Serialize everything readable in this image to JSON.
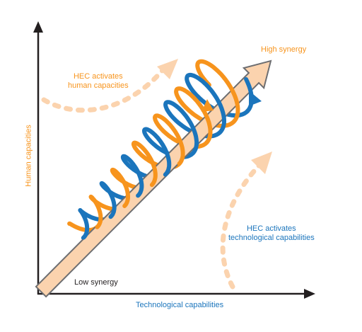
{
  "labels": {
    "y_axis": "Human capacities",
    "x_axis": "Technological capabilities",
    "high_synergy": "High synergy",
    "low_synergy": "Low synergy",
    "hec_human_1": "HEC activates",
    "hec_human_2": "human capacities",
    "hec_tech_1": "HEC activates",
    "hec_tech_2": "technological capabilities"
  },
  "colors": {
    "orange": "#f7941d",
    "blue": "#1b75bc",
    "peach": "#fbd3ae",
    "arrow_outline": "#6d6e71",
    "axis": "#231f20",
    "text_dark": "#231f20"
  },
  "icons": [
    "y-axis-arrow-icon",
    "x-axis-arrow-icon",
    "synergy-arrow-icon",
    "spiral-icon",
    "dashed-curved-arrow-icon"
  ]
}
